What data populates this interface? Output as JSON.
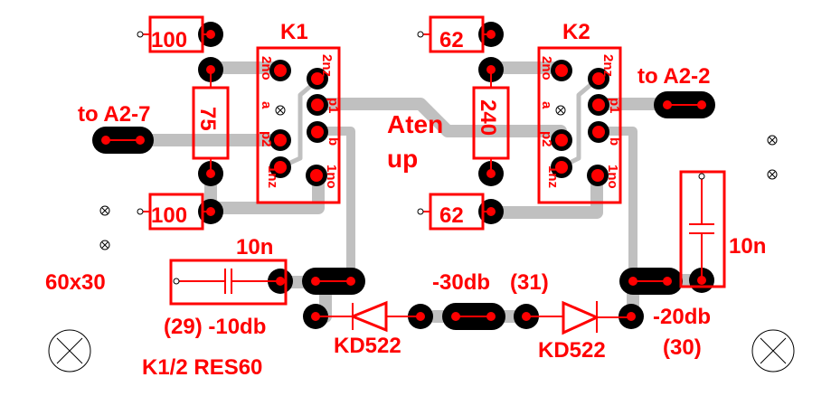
{
  "board": {
    "size_label": "60x30",
    "title": "K1/2 RES60",
    "center_label_line1": "Aten",
    "center_label_line2": "up",
    "colors": {
      "silk": "#ff0000",
      "copper": "#c0c0c0",
      "pad": "#000000",
      "background": "#ffffff"
    }
  },
  "connectors": {
    "left": "to A2-7",
    "right": "to A2-2"
  },
  "relays": [
    {
      "ref": "K1",
      "pins": [
        "2no",
        "2nz",
        "a",
        "p1",
        "p2",
        "b",
        "1nz",
        "1no"
      ]
    },
    {
      "ref": "K2",
      "pins": [
        "2no",
        "2nz",
        "a",
        "p1",
        "p2",
        "b",
        "1nz",
        "1no"
      ]
    }
  ],
  "resistors": {
    "r_k1_top": "100",
    "r_k1_mid": "75",
    "r_k1_bot": "100",
    "r_k2_top": "62",
    "r_k2_mid": "240",
    "r_k2_bot": "62"
  },
  "capacitors": {
    "c_left": "10n",
    "c_right": "10n"
  },
  "diodes": {
    "d_left": "KD522",
    "d_right": "KD522"
  },
  "annotations": {
    "minus10db": "(29) -10db",
    "minus30db": "-30db",
    "n31": "(31)",
    "minus20db": "-20db",
    "n30": "(30)"
  }
}
